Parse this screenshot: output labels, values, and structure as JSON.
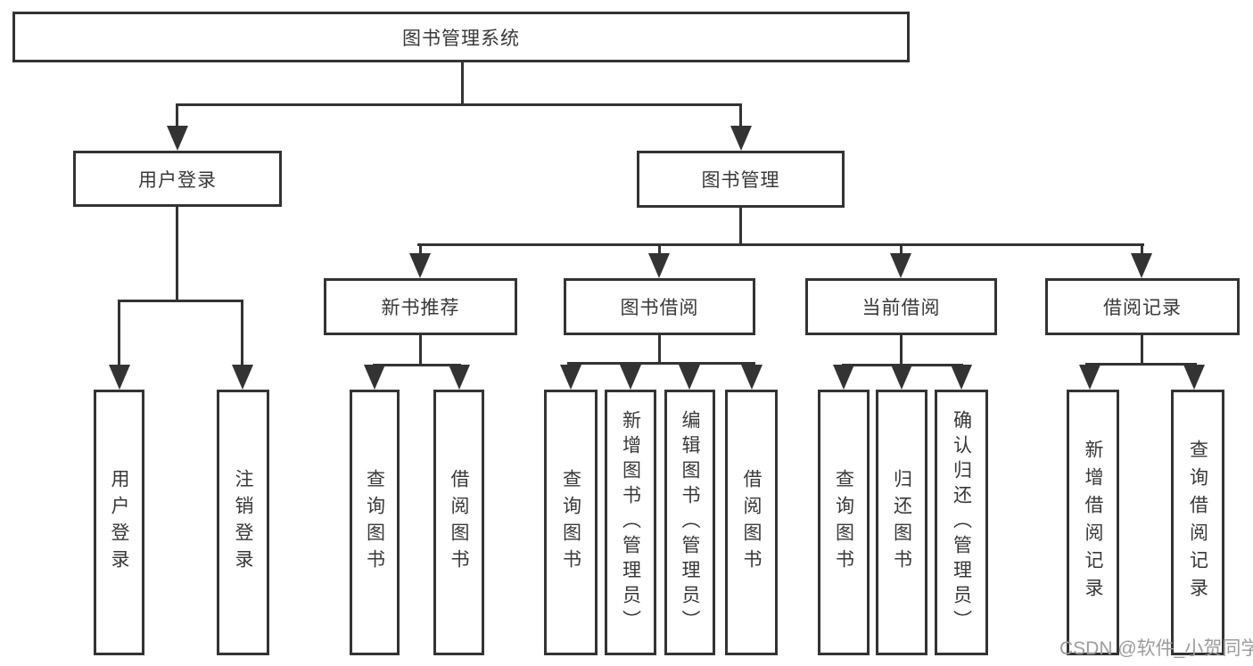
{
  "tree": {
    "label": "图书管理系统",
    "children": [
      {
        "label": "用户登录",
        "children": [
          {
            "label": "用户登录"
          },
          {
            "label": "注销登录"
          }
        ]
      },
      {
        "label": "图书管理",
        "children": [
          {
            "label": "新书推荐",
            "children": [
              {
                "label": "查询图书"
              },
              {
                "label": "借阅图书"
              }
            ]
          },
          {
            "label": "图书借阅",
            "children": [
              {
                "label": "查询图书"
              },
              {
                "label": "新增图书（管理员）"
              },
              {
                "label": "编辑图书（管理员）"
              },
              {
                "label": "借阅图书"
              }
            ]
          },
          {
            "label": "当前借阅",
            "children": [
              {
                "label": "查询图书"
              },
              {
                "label": "归还图书"
              },
              {
                "label": "确认归还（管理员）"
              }
            ]
          },
          {
            "label": "借阅记录",
            "children": [
              {
                "label": "新增借阅记录"
              },
              {
                "label": "查询借阅记录"
              }
            ]
          }
        ]
      }
    ]
  },
  "watermark": {
    "text": "CSDN @软件_小贺同学"
  },
  "colors": {
    "line": "#333333",
    "text": "#383838",
    "watermark": "#9c9c9c",
    "background": "#ffffff"
  }
}
